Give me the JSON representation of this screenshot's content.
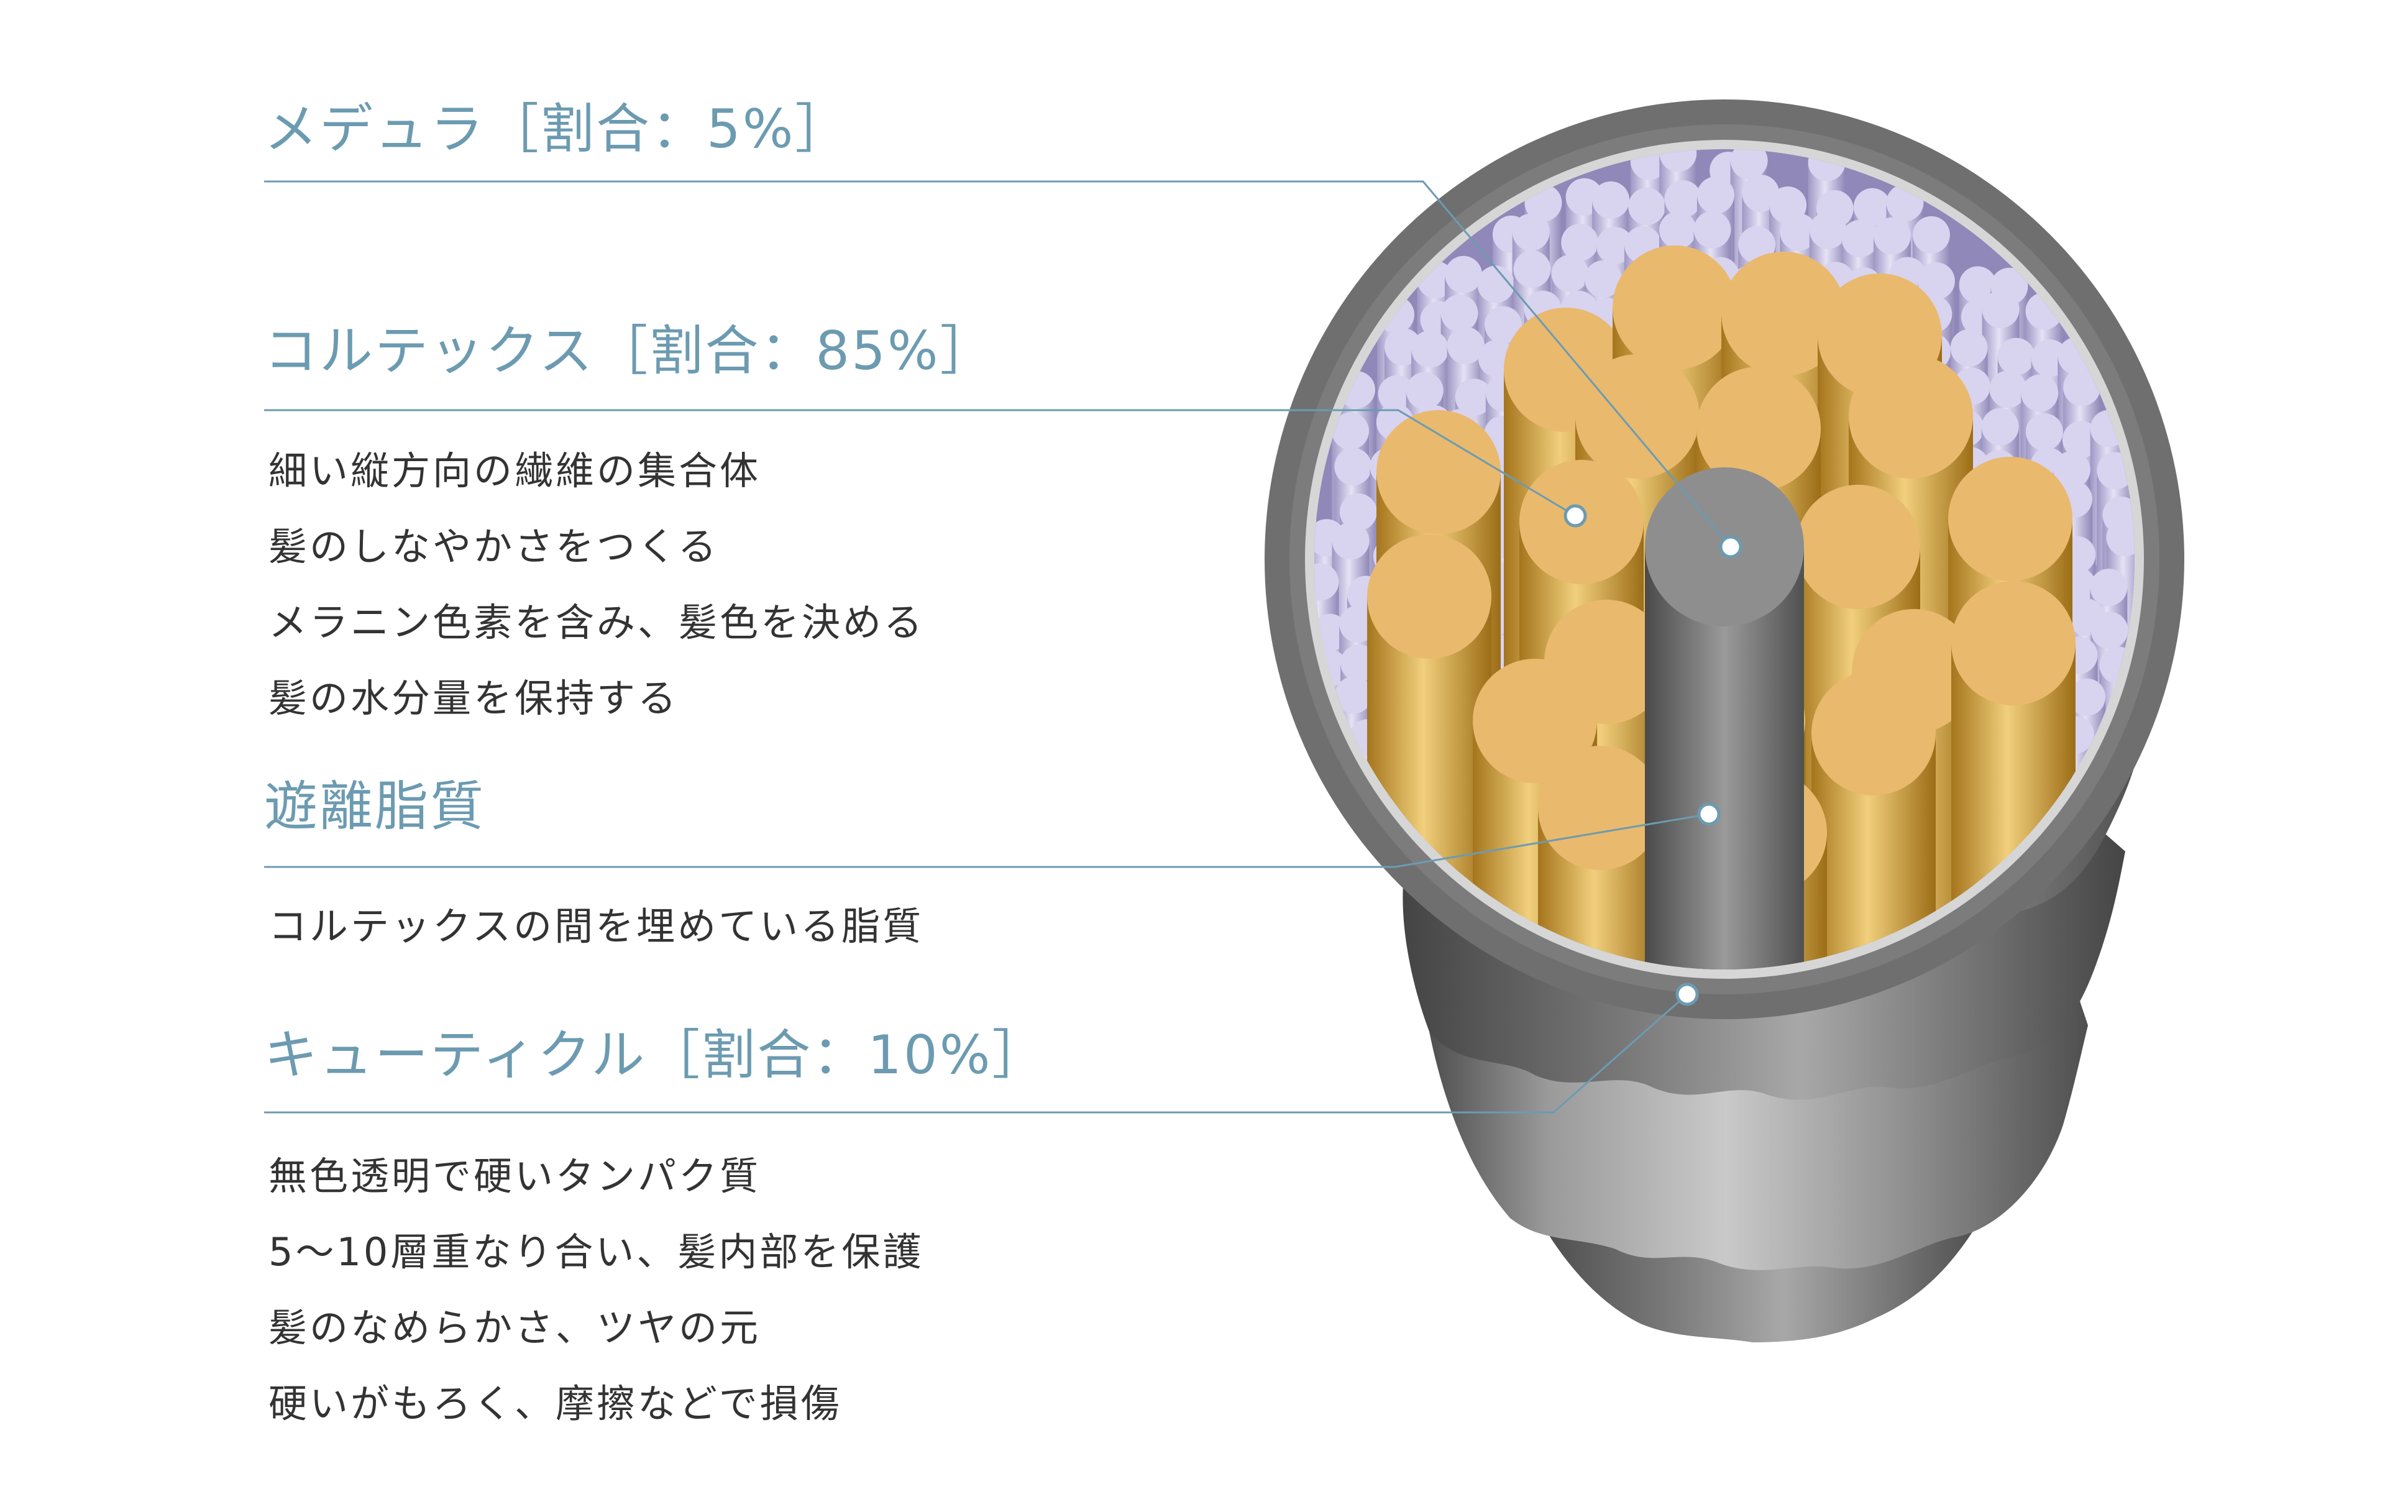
{
  "colors": {
    "accent": "#6c9bb1",
    "text": "#333333",
    "medulla": "#8e8e8e",
    "cortex_top": "#e9b96e",
    "cortex_side": "#c99628",
    "lipid": "#c9c4e3",
    "cuticle": "#6f6f6f"
  },
  "medulla": {
    "heading": "メデュラ［割合：5%］"
  },
  "cortex": {
    "heading": "コルテックス［割合：85%］",
    "lines": [
      "細い縦方向の繊維の集合体",
      "髪のしなやかさをつくる",
      "メラニン色素を含み、髪色を決める",
      "髪の水分量を保持する"
    ]
  },
  "lipid": {
    "heading": "遊離脂質",
    "lines": [
      "コルテックスの間を埋めている脂質"
    ]
  },
  "cuticle": {
    "heading": "キューティクル［割合：10%］",
    "lines": [
      "無色透明で硬いタンパク質",
      "5〜10層重なり合い、髪内部を保護",
      "髪のなめらかさ、ツヤの元",
      "硬いがもろく、摩擦などで損傷"
    ]
  }
}
